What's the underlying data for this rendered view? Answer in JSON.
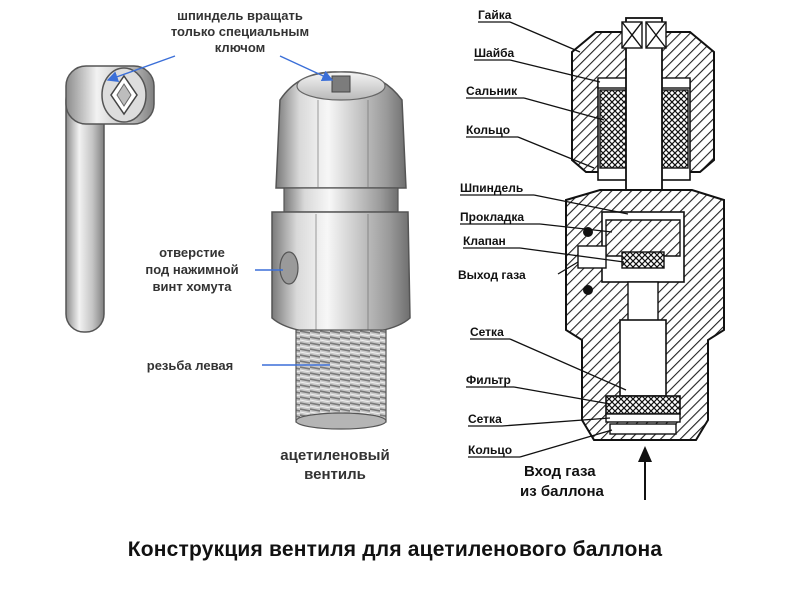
{
  "left_labels": {
    "spindle_line1": "шпиндель вращать",
    "spindle_line2": "только специальным",
    "spindle_line3": "ключом",
    "hole_line1": "отверстие",
    "hole_line2": "под нажимной",
    "hole_line3": "винт хомута",
    "thread": "резьба левая",
    "valve_line1": "ацетиленовый",
    "valve_line2": "вентиль"
  },
  "right_labels": {
    "nut": "Гайка",
    "washer": "Шайба",
    "gland": "Сальник",
    "ring_top": "Кольцо",
    "spindle": "Шпиндель",
    "gasket": "Прокладка",
    "valve": "Клапан",
    "gas_outlet": "Выход газа",
    "mesh_top": "Сетка",
    "filter": "Фильтр",
    "mesh_bottom": "Сетка",
    "ring_bottom": "Кольцо",
    "gas_inlet_line1": "Вход газа",
    "gas_inlet_line2": "из баллона"
  },
  "caption": "Конструкция вентиля для ацетиленового баллона",
  "colors": {
    "pointer_blue": "#3b6fd8",
    "hatch": "#222222",
    "metal_light": "#eeeeee",
    "metal_dark": "#8a8a8a"
  },
  "icons": [
    "arrow-up-icon"
  ]
}
